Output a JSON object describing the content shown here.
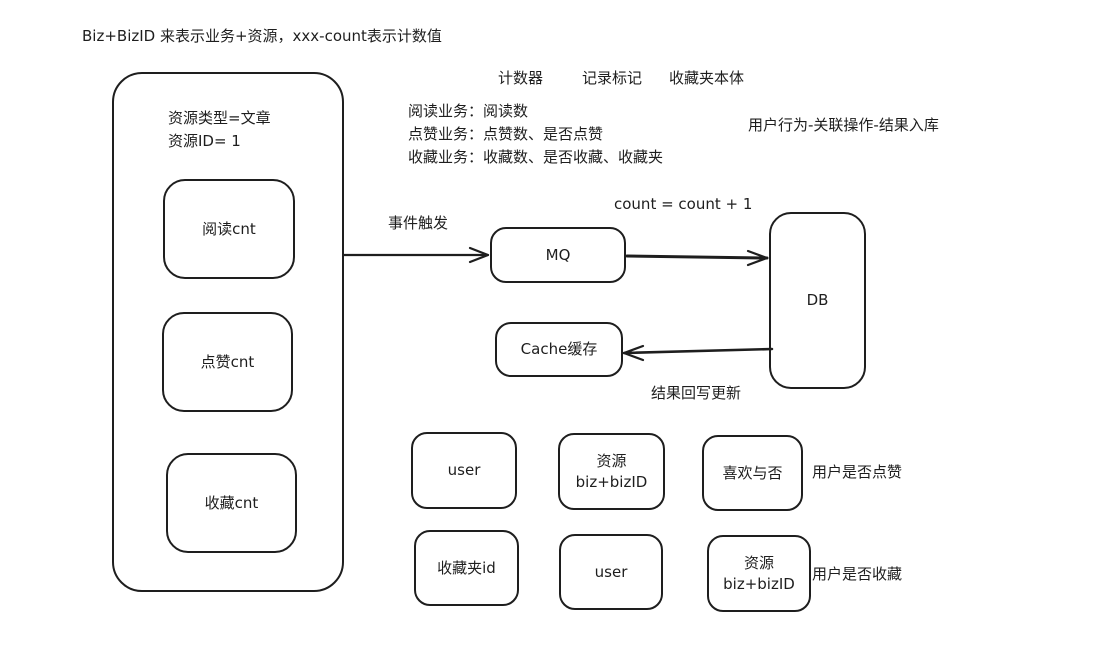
{
  "header": {
    "title": "Biz+BizID 来表示业务+资源，xxx-count表示计数值"
  },
  "legend": {
    "columns": [
      "计数器",
      "记录标记",
      "收藏夹本体"
    ],
    "rows": [
      "阅读业务：阅读数",
      "点赞业务：点赞数、是否点赞",
      "收藏业务：收藏数、是否收藏、收藏夹"
    ],
    "flow_summary": "用户行为-关联操作-结果入库"
  },
  "resource_panel": {
    "type_line": "资源类型=文章",
    "id_line": "资源ID= 1",
    "counters": [
      "阅读cnt",
      "点赞cnt",
      "收藏cnt"
    ]
  },
  "flow": {
    "event_label": "事件触发",
    "mq_label": "MQ",
    "db_label": "DB",
    "cache_label": "Cache缓存",
    "formula_label": "count = count + 1",
    "writeback_label": "结果回写更新"
  },
  "like_record": {
    "fields": [
      {
        "line1": "user",
        "line2": ""
      },
      {
        "line1": "资源",
        "line2": "biz+bizID"
      },
      {
        "line1": "喜欢与否",
        "line2": ""
      }
    ],
    "caption": "用户是否点赞"
  },
  "favorite_record": {
    "fields": [
      {
        "line1": "收藏夹id",
        "line2": ""
      },
      {
        "line1": "user",
        "line2": ""
      },
      {
        "line1": "资源",
        "line2": "biz+bizID"
      }
    ],
    "caption": "用户是否收藏"
  }
}
